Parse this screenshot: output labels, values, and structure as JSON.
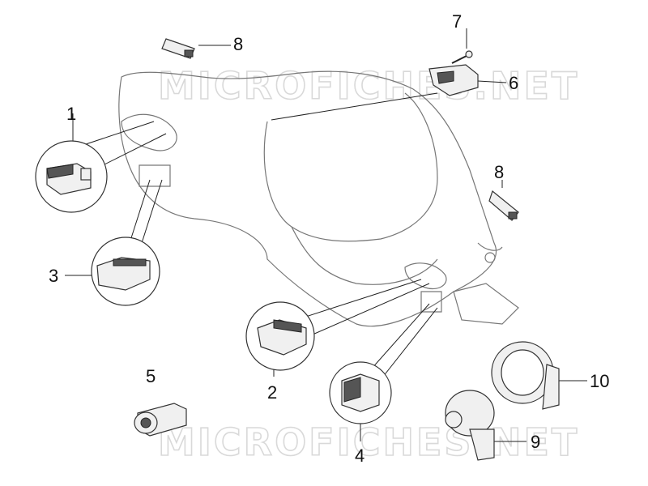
{
  "watermark": {
    "top": "MICROFICHES.NET",
    "bottom": "MICROFICHES.NET"
  },
  "callouts": [
    {
      "id": "1",
      "label": "1"
    },
    {
      "id": "2",
      "label": "2"
    },
    {
      "id": "3",
      "label": "3"
    },
    {
      "id": "4",
      "label": "4"
    },
    {
      "id": "5",
      "label": "5"
    },
    {
      "id": "6",
      "label": "6"
    },
    {
      "id": "7",
      "label": "7"
    },
    {
      "id": "8a",
      "label": "8"
    },
    {
      "id": "8b",
      "label": "8"
    },
    {
      "id": "9",
      "label": "9"
    },
    {
      "id": "10",
      "label": "10"
    }
  ],
  "colors": {
    "line": "#333333",
    "watermark": "#d9d9d9",
    "background": "#ffffff"
  }
}
